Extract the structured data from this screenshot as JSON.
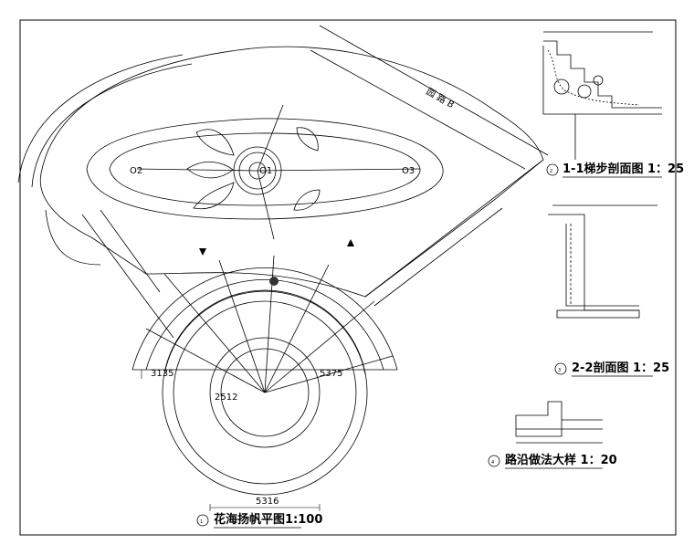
{
  "titles": {
    "plan": "花海扬帆平图1:100",
    "section_1_1": "1-1梯步剖面图  1：25",
    "section_2_2": "2-2剖面图  1：25",
    "curb_detail": "路沿做法大样  1：20"
  },
  "markers": {
    "plan": "1",
    "s11": "2",
    "s22": "3",
    "curb": "4"
  },
  "road_label": "园 路 B",
  "plan_dims": {
    "top_bottom": "5316",
    "left": "3135",
    "right": "5375",
    "bottom_mid": "2512",
    "o1": "O1",
    "o2": "O2",
    "o3": "O3"
  },
  "icons": [
    "section-marker-icon",
    "north-arrow-icon",
    "drainage-icon"
  ]
}
